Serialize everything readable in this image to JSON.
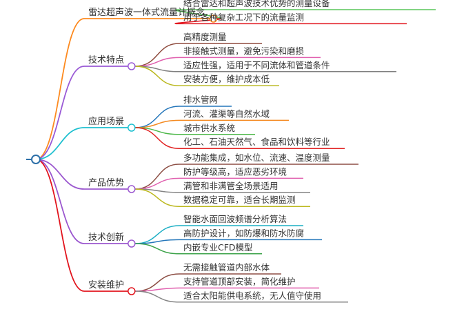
{
  "mindmap": {
    "branches": [
      {
        "label": "雷达超声波一体式流量计概念",
        "color": "#fd8a1f",
        "children": [
          {
            "label": "结合雷达和超声波技术优势的测量设备",
            "color": "#59c55a"
          },
          {
            "label": "用于各种复杂工况下的流量监测",
            "color": "#e2151e"
          }
        ]
      },
      {
        "label": "技术特点",
        "color": "#9a5ad6",
        "children": [
          {
            "label": "高精度测量",
            "color": "#8f4c3f"
          },
          {
            "label": "非接触式测量，避免污染和磨损",
            "color": "#e05fae"
          },
          {
            "label": "适应性强，适用于不同流体和管道条件",
            "color": "#7f7f7f"
          },
          {
            "label": "安装方便，维护成本低",
            "color": "#b9b71c"
          }
        ]
      },
      {
        "label": "应用场景",
        "color": "#1cbfcf",
        "children": [
          {
            "label": "排水管网",
            "color": "#2476ba"
          },
          {
            "label": "河流、灌渠等自然水域",
            "color": "#f48a21"
          },
          {
            "label": "城市供水系统",
            "color": "#4cb748"
          },
          {
            "label": "化工、石油天然气、食品和饮料等行业",
            "color": "#e12222"
          }
        ]
      },
      {
        "label": "产品优势",
        "color": "#9b57cf",
        "children": [
          {
            "label": "多功能集成，如水位、流速、温度测量",
            "color": "#8d4f45"
          },
          {
            "label": "防护等级高，适应恶劣环境",
            "color": "#e05fae"
          },
          {
            "label": "满管和非满管全场景适用",
            "color": "#848484"
          },
          {
            "label": "数据稳定可靠，适合长期监测",
            "color": "#bcb81e"
          }
        ]
      },
      {
        "label": "技术创新",
        "color": "#9b57cf",
        "children": [
          {
            "label": "智能水面回波频谱分析算法",
            "color": "#1aaec4"
          },
          {
            "label": "高防护设计，如防爆和防水防腐",
            "color": "#2476ba"
          },
          {
            "label": "内嵌专业CFD模型",
            "color": "#3da34a"
          }
        ]
      },
      {
        "label": "安装维护",
        "color": "#e2151e",
        "children": [
          {
            "label": "无需接触管道内部水体",
            "color": "#8d4f45"
          },
          {
            "label": "支持管道顶部安装，简化维护",
            "color": "#e05fae"
          },
          {
            "label": "适合太阳能供电系统，无人值守使用",
            "color": "#848484"
          }
        ]
      }
    ]
  }
}
